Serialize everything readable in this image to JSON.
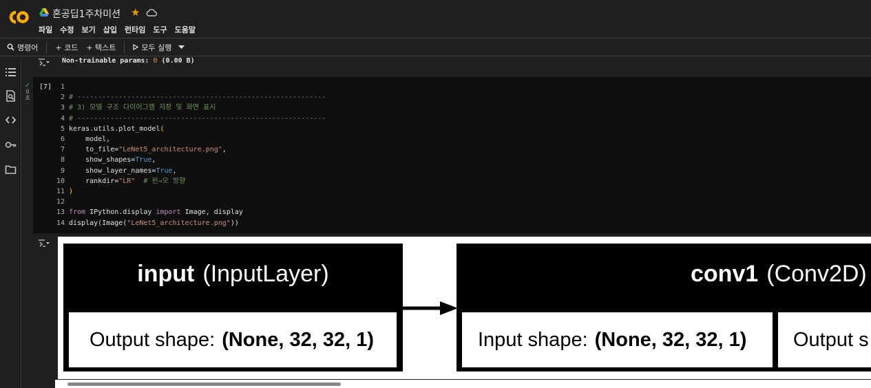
{
  "header": {
    "notebook_title": "혼공딥1주차미션",
    "menu": [
      "파일",
      "수정",
      "보기",
      "삽입",
      "런타임",
      "도구",
      "도움말"
    ]
  },
  "toolbar": {
    "search_label": "명령어",
    "add_code_label": "+ 코드",
    "add_text_label": "+ 텍스트",
    "run_all_label": "모두 실행"
  },
  "colors": {
    "background": "#1f1f1f",
    "cell_bg": "#0f0f0f",
    "accent_logo": "#f9ab00",
    "star": "#f29900",
    "success_check": "#2fb36b"
  },
  "previous_output": {
    "label": "Non-trainable params:",
    "value": "0",
    "suffix": "(0.00 B)"
  },
  "cell": {
    "exec_count": "[7]",
    "run_time": "0초",
    "lines": [
      {
        "n": "1",
        "parts": []
      },
      {
        "n": "2",
        "parts": [
          {
            "t": "# ------------------------------------------------------------",
            "c": "com"
          }
        ]
      },
      {
        "n": "3",
        "parts": [
          {
            "t": "# 3) 모델 구조 다이어그램 저장 및 화면 표시",
            "c": "com"
          }
        ]
      },
      {
        "n": "4",
        "parts": [
          {
            "t": "# ------------------------------------------------------------",
            "c": "com"
          }
        ]
      },
      {
        "n": "5",
        "parts": [
          {
            "t": "keras.utils.plot_model",
            "c": ""
          },
          {
            "t": "(",
            "c": "pun"
          }
        ]
      },
      {
        "n": "6",
        "parts": [
          {
            "t": "    model,",
            "c": ""
          }
        ]
      },
      {
        "n": "7",
        "parts": [
          {
            "t": "    to_file=",
            "c": ""
          },
          {
            "t": "\"LeNet5_architecture.png\"",
            "c": "str"
          },
          {
            "t": ",",
            "c": ""
          }
        ]
      },
      {
        "n": "8",
        "parts": [
          {
            "t": "    show_shapes=",
            "c": ""
          },
          {
            "t": "True",
            "c": "const"
          },
          {
            "t": ",",
            "c": ""
          }
        ]
      },
      {
        "n": "9",
        "parts": [
          {
            "t": "    show_layer_names=",
            "c": ""
          },
          {
            "t": "True",
            "c": "const"
          },
          {
            "t": ",",
            "c": ""
          }
        ]
      },
      {
        "n": "10",
        "parts": [
          {
            "t": "    rankdir=",
            "c": ""
          },
          {
            "t": "\"LR\"",
            "c": "str"
          },
          {
            "t": "  # 왼→오 방향",
            "c": "com"
          }
        ]
      },
      {
        "n": "11",
        "parts": [
          {
            "t": ")",
            "c": "pun"
          }
        ]
      },
      {
        "n": "12",
        "parts": []
      },
      {
        "n": "13",
        "parts": [
          {
            "t": "from",
            "c": "kw"
          },
          {
            "t": " IPython.display ",
            "c": ""
          },
          {
            "t": "import",
            "c": "kw"
          },
          {
            "t": " Image, display",
            "c": ""
          }
        ]
      },
      {
        "n": "14",
        "parts": [
          {
            "t": "display(Image(",
            "c": ""
          },
          {
            "t": "\"LeNet5_architecture.png\"",
            "c": "str"
          },
          {
            "t": "))",
            "c": ""
          }
        ]
      }
    ]
  },
  "diagram": {
    "input_node": {
      "name": "input",
      "type": "(InputLayer)",
      "output_label": "Output shape:",
      "output_value": "(None, 32, 32, 1)"
    },
    "conv_node": {
      "name": "conv1",
      "type": "(Conv2D)",
      "input_label": "Input shape:",
      "input_value": "(None, 32, 32, 1)",
      "output_label": "Output s"
    }
  }
}
